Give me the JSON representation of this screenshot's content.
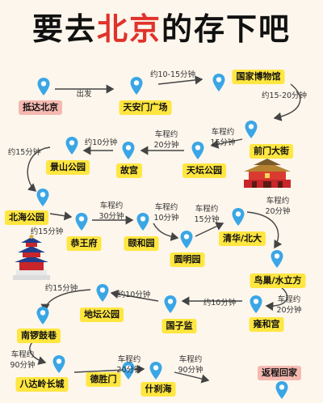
{
  "title": {
    "part1": "要去",
    "highlight": "北京",
    "part2": "的存下吧"
  },
  "colors": {
    "label": "#ffe640",
    "label_alt": "#f5b9b1",
    "pin": "#3aa6e6",
    "route": "#444444",
    "highlight": "#e0322b"
  },
  "icons": {
    "pin": "map-pin-icon",
    "gate": "tiananmen-gate-icon",
    "temple": "temple-of-heaven-icon"
  },
  "stops": [
    {
      "id": "stop-arrive",
      "name": "抵达北京",
      "style": "red"
    },
    {
      "id": "stop-tiananmen",
      "name": "天安门广场",
      "style": "yellow"
    },
    {
      "id": "stop-museum",
      "name": "国家博物馆",
      "style": "yellow"
    },
    {
      "id": "stop-qianmen",
      "name": "前门大街",
      "style": "yellow"
    },
    {
      "id": "stop-tiantan",
      "name": "天坛公园",
      "style": "yellow"
    },
    {
      "id": "stop-gugong",
      "name": "故宫",
      "style": "yellow"
    },
    {
      "id": "stop-jingshan",
      "name": "景山公园",
      "style": "yellow"
    },
    {
      "id": "stop-beihai",
      "name": "北海公园",
      "style": "yellow"
    },
    {
      "id": "stop-gongwangfu",
      "name": "恭王府",
      "style": "yellow"
    },
    {
      "id": "stop-yiheyuan",
      "name": "颐和园",
      "style": "yellow"
    },
    {
      "id": "stop-yuanmingyuan",
      "name": "圆明园",
      "style": "yellow"
    },
    {
      "id": "stop-tsinghua",
      "name": "清华/北大",
      "style": "yellow"
    },
    {
      "id": "stop-niaochao",
      "name": "鸟巢/水立方",
      "style": "yellow"
    },
    {
      "id": "stop-yonghegong",
      "name": "雍和宫",
      "style": "yellow"
    },
    {
      "id": "stop-guozijian",
      "name": "国子监",
      "style": "yellow"
    },
    {
      "id": "stop-ditan",
      "name": "地坛公园",
      "style": "yellow"
    },
    {
      "id": "stop-nanluogu",
      "name": "南锣鼓巷",
      "style": "yellow"
    },
    {
      "id": "stop-badaling",
      "name": "八达岭长城",
      "style": "yellow"
    },
    {
      "id": "stop-deshengmen",
      "name": "德胜门",
      "style": "yellow"
    },
    {
      "id": "stop-shichahai",
      "name": "什刹海",
      "style": "yellow"
    },
    {
      "id": "stop-return",
      "name": "返程回家",
      "style": "red"
    }
  ],
  "legs": [
    {
      "id": "leg-1",
      "text": "出发"
    },
    {
      "id": "leg-2",
      "text": "约10-15分钟"
    },
    {
      "id": "leg-3",
      "text": "约15-20分钟"
    },
    {
      "id": "leg-4",
      "text": "车程约\n15分钟"
    },
    {
      "id": "leg-5",
      "text": "车程约\n20分钟"
    },
    {
      "id": "leg-6",
      "text": "约10分钟"
    },
    {
      "id": "leg-7",
      "text": "约15分钟"
    },
    {
      "id": "leg-8",
      "text": "约15分钟"
    },
    {
      "id": "leg-9",
      "text": "车程约\n30分钟"
    },
    {
      "id": "leg-10",
      "text": "车程约\n10分钟"
    },
    {
      "id": "leg-11",
      "text": "车程约\n15分钟"
    },
    {
      "id": "leg-12",
      "text": "车程约\n20分钟"
    },
    {
      "id": "leg-13",
      "text": "车程约\n20分钟"
    },
    {
      "id": "leg-14",
      "text": "约10分钟"
    },
    {
      "id": "leg-15",
      "text": "约10分钟"
    },
    {
      "id": "leg-16",
      "text": "约15分钟"
    },
    {
      "id": "leg-17",
      "text": "车程约\n90分钟"
    },
    {
      "id": "leg-18",
      "text": "车程约\n20分钟"
    },
    {
      "id": "leg-19",
      "text": "车程约\n90分钟"
    }
  ]
}
